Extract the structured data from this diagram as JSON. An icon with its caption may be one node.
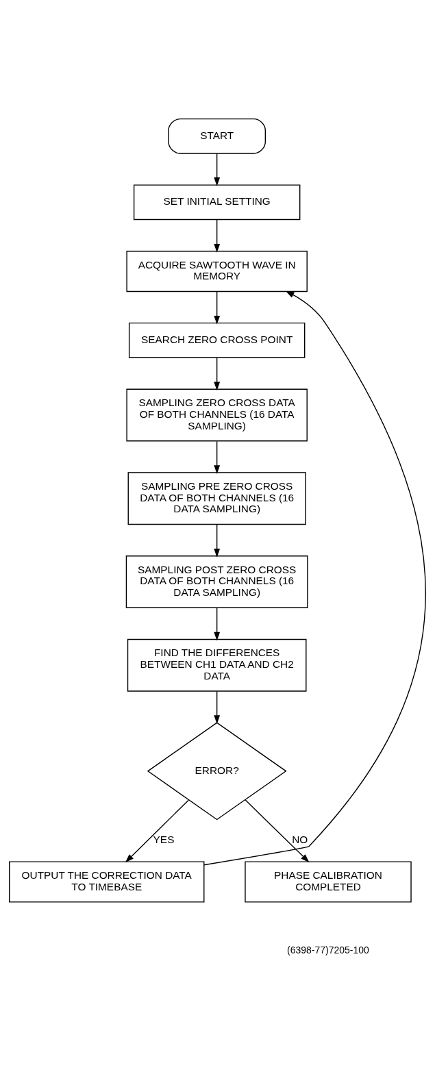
{
  "diagram": {
    "nodes": [
      {
        "text": [
          "START"
        ]
      },
      {
        "text": [
          "SET INITIAL SETTING"
        ]
      },
      {
        "text": [
          "ACQUIRE SAWTOOTH WAVE IN MEMORY"
        ]
      },
      {
        "text": [
          "SEARCH ZERO CROSS POINT"
        ]
      },
      {
        "text": [
          "SAMPLING ZERO CROSS DATA OF BOTH CHANNELS (16 DATA SAMPLING)"
        ]
      },
      {
        "text": [
          "SAMPLING PRE ZERO CROSS DATA OF BOTH CHANNELS (16 DATA SAMPLING)"
        ]
      },
      {
        "text": [
          "SAMPLING POST ZERO CROSS DATA OF BOTH CHANNELS (16 DATA SAMPLING)"
        ]
      },
      {
        "text": [
          "FIND THE DIFFERENCES BETWEEN CH1 DATA AND CH2 DATA"
        ]
      },
      {
        "text": [
          "ERROR?"
        ]
      },
      {
        "text": [
          "OUTPUT THE CORRECTION DATA TO TIMEBASE"
        ]
      },
      {
        "text": [
          "PHASE CALIBRATION COMPLETED"
        ]
      }
    ],
    "edges": [
      {
        "from": 0,
        "to": 1,
        "arrow": "to"
      },
      {
        "from": 1,
        "to": 2,
        "arrow": "to"
      },
      {
        "from": 2,
        "to": 3,
        "arrow": "to"
      },
      {
        "from": 3,
        "to": 4,
        "arrow": "to"
      },
      {
        "from": 4,
        "to": 5,
        "arrow": "to"
      },
      {
        "from": 5,
        "to": 6,
        "arrow": "to"
      },
      {
        "from": 6,
        "to": 7,
        "arrow": "to"
      },
      {
        "from": 7,
        "to": 8,
        "arrow": "to"
      },
      {
        "from": 8,
        "to": 9,
        "arrow": "to",
        "label": "YES"
      },
      {
        "from": 8,
        "to": 10,
        "arrow": "to",
        "label": "NO"
      },
      {
        "from": 9,
        "to": 2,
        "arrow": "to"
      }
    ],
    "labels": [
      "(6398-77)7205-100"
    ]
  }
}
